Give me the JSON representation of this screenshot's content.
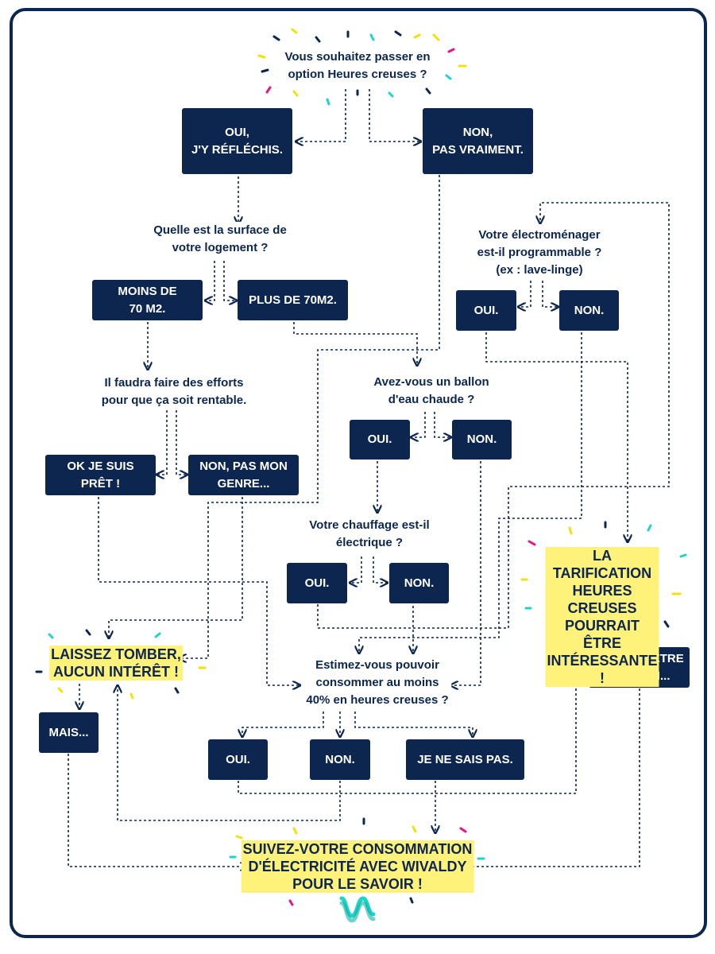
{
  "colors": {
    "navy": "#0c2650",
    "highlight": "#fff27a",
    "confetti": [
      "#e6158a",
      "#f0e20a",
      "#19d6c8",
      "#0c2650"
    ]
  },
  "logo_icon": "wivaldy-wave-icon",
  "nodes": {
    "q_start": "Vous souhaitez passer en\noption Heures creuses ?",
    "b_oui_reflechis": "OUI,\nJ'Y RÉFLÉCHIS.",
    "b_non_vraiment": "NON,\nPAS VRAIMENT.",
    "q_surface": "Quelle est la surface de\nvotre logement ?",
    "b_moins70": "MOINS DE\n70 M2.",
    "b_plus70": "PLUS DE 70M2.",
    "q_efforts": "Il faudra faire des efforts\npour que ça soit rentable.",
    "b_ok_pret": "OK JE SUIS\nPRÊT !",
    "b_non_genre": "NON, PAS MON\nGENRE...",
    "q_electro": "Votre électroménager\nest-il programmable ?\n(ex : lave-linge)",
    "b_electro_oui": "OUI.",
    "b_electro_non": "NON.",
    "q_ballon": "Avez-vous un ballon\nd'eau chaude ?",
    "b_ballon_oui": "OUI.",
    "b_ballon_non": "NON.",
    "q_chauffage": "Votre chauffage est-il\nélectrique ?",
    "b_chauffage_oui": "OUI.",
    "b_chauffage_non": "NON.",
    "r_interessante": "LA TARIFICATION\nHEURES CREUSES\nPOURRAIT ÊTRE\nINTÉRESSANTE !",
    "b_certain": "POUR EN ÊTRE\nCERTAIN...",
    "r_laissez": "LAISSEZ TOMBER,\nAUCUN INTÉRÊT !",
    "b_mais": "MAIS...",
    "q_estimez": "Estimez-vous pouvoir\nconsommer au moins\n40% en heures creuses ?",
    "b_est_oui": "OUI.",
    "b_est_non": "NON.",
    "b_est_nsp": "JE NE SAIS PAS.",
    "r_suivez": "SUIVEZ-VOTRE CONSOMMATION\nD'ÉLECTRICITÉ AVEC WIVALDY\nPOUR LE SAVOIR !"
  }
}
